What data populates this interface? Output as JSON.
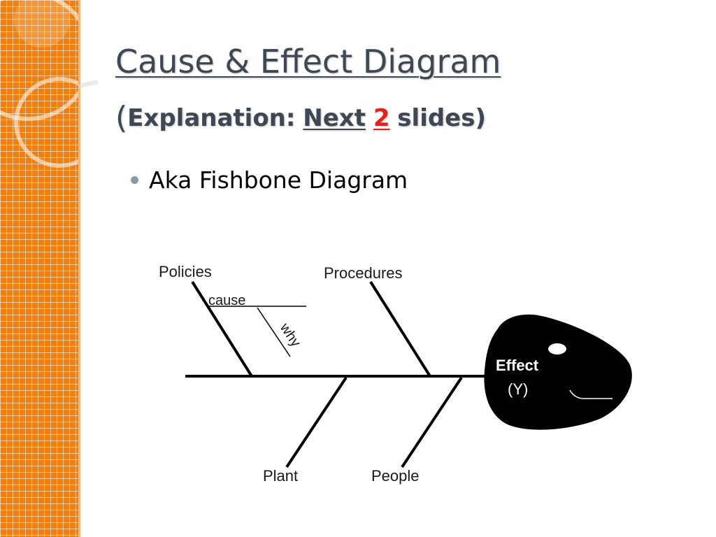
{
  "title": {
    "line1": "Cause & Effect Diagram",
    "paren_open": "(",
    "explanation": "Explanation:",
    "next": "Next",
    "number": "2",
    "slides": "slides)"
  },
  "bullets": [
    "Aka Fishbone Diagram"
  ],
  "diagram": {
    "categories_top": [
      "Policies",
      "Procedures"
    ],
    "categories_bottom": [
      "Plant",
      "People"
    ],
    "cause_label": "cause",
    "why_label": "why",
    "effect_label": "Effect",
    "effect_sublabel": "(Y)"
  },
  "colors": {
    "side_panel": "#f07f12",
    "title_text": "#3f4752",
    "highlight_number": "#e0241b",
    "bullet_dot": "#8a9aa8",
    "fish_head": "#000000"
  }
}
